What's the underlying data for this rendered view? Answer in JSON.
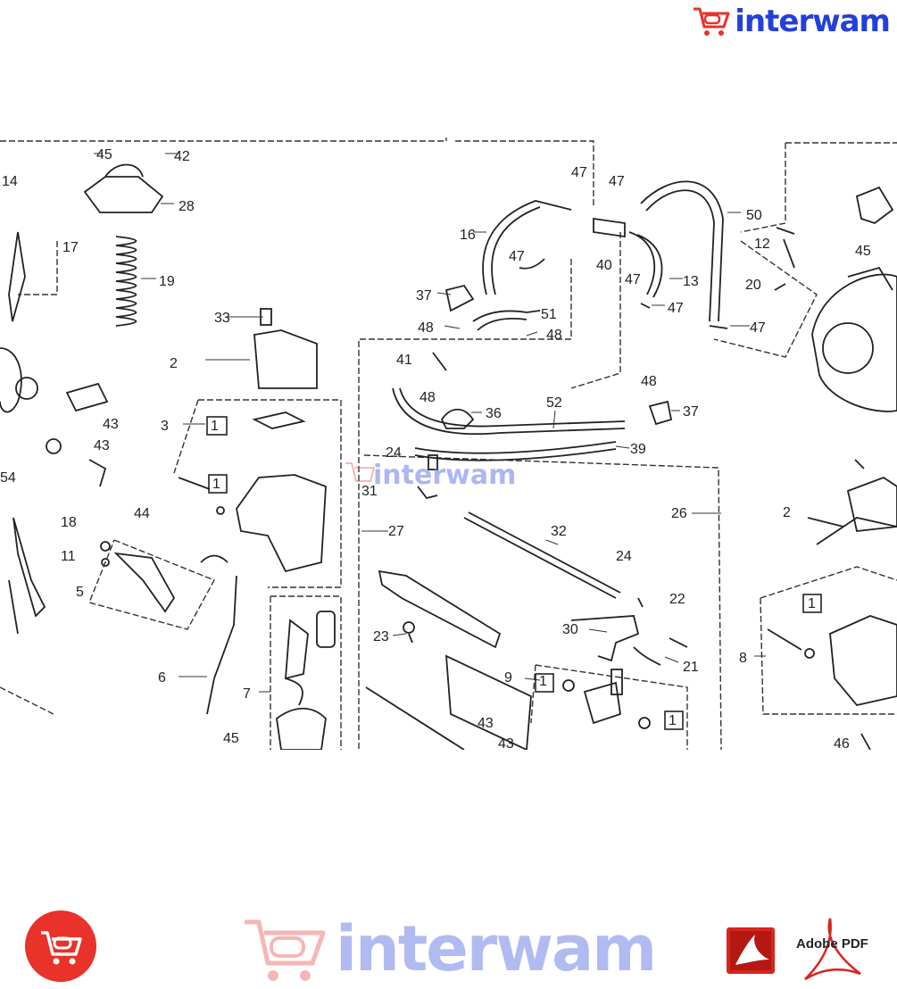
{
  "brand": {
    "name": "interwam",
    "accent_color": "#2340d8",
    "logo_red": "#e8322a",
    "cart_icon": "shopping-cart-icon"
  },
  "diagram": {
    "callouts": [
      "45",
      "42",
      "28",
      "14",
      "17",
      "19",
      "33",
      "2",
      "3",
      "1",
      "1",
      "43",
      "43",
      "18",
      "44",
      "54",
      "11",
      "5",
      "6",
      "7",
      "45",
      "47",
      "47",
      "50",
      "16",
      "47",
      "40",
      "47",
      "13",
      "47",
      "12",
      "45",
      "20",
      "37",
      "51",
      "48",
      "48",
      "47",
      "41",
      "48",
      "36",
      "52",
      "48",
      "37",
      "39",
      "24",
      "31",
      "27",
      "26",
      "32",
      "24",
      "22",
      "30",
      "23",
      "21",
      "9",
      "1",
      "1",
      "43",
      "43",
      "2",
      "1",
      "8",
      "46"
    ],
    "watermark_text": "interwam"
  },
  "footer": {
    "watermark_text": "interwam",
    "pdf_label": "Adobe PDF",
    "pdf_icon": "adobe-pdf-icon"
  }
}
